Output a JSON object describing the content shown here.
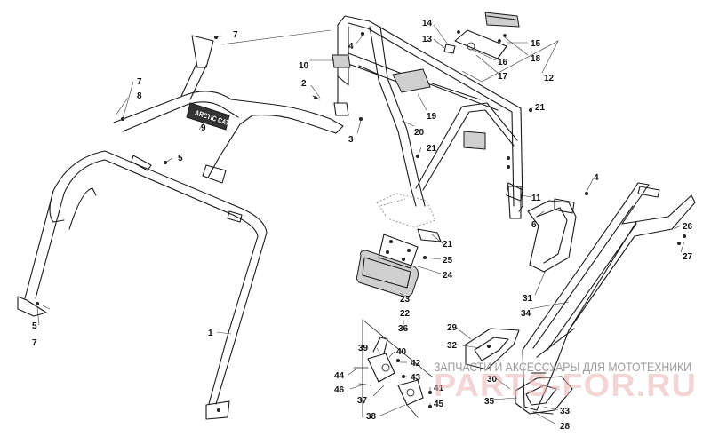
{
  "callouts": {
    "c1": "1",
    "c2": "2",
    "c3": "3",
    "c4a": "4",
    "c4b": "4",
    "c5a": "5",
    "c5b": "5",
    "c6": "6",
    "c7a": "7",
    "c7b": "7",
    "c7c": "7",
    "c8": "8",
    "c9": "9",
    "c10": "10",
    "c11": "11",
    "c12": "12",
    "c13": "13",
    "c14": "14",
    "c15": "15",
    "c16": "16",
    "c17": "17",
    "c18": "18",
    "c19": "19",
    "c20": "20",
    "c21a": "21",
    "c21b": "21",
    "c21c": "21",
    "c22": "22",
    "c23": "23",
    "c24": "24",
    "c25": "25",
    "c26": "26",
    "c27": "27",
    "c28": "28",
    "c29": "29",
    "c30": "30",
    "c31": "31",
    "c32": "32",
    "c33": "33",
    "c34": "34",
    "c35": "35",
    "c36": "36",
    "c37": "37",
    "c38": "38",
    "c39": "39",
    "c40": "40",
    "c41": "41",
    "c42": "42",
    "c43": "43",
    "c44": "44",
    "c45": "45",
    "c46": "46"
  },
  "decal_text": "ARCTIC CAT",
  "watermark": {
    "caption": "ЗАПЧАСТИ И АКСЕССУАРЫ ДЛЯ МОТОТЕХНИКИ",
    "logo": "PARTS-FOR.RU"
  },
  "colors": {
    "line": "#1a1a1a",
    "watermark_logo": "#e8b4b4",
    "watermark_caption": "#8a8a8a"
  }
}
